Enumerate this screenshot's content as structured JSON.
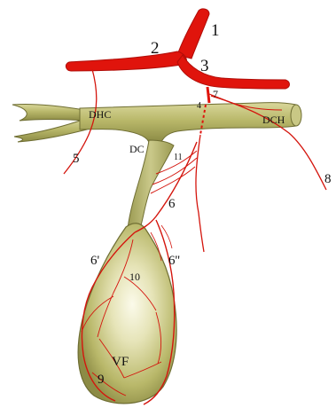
{
  "figure": {
    "colors": {
      "background": "#ffffff",
      "artery": "#e0140c",
      "artery_dark": "#b00d08",
      "duct_fill": "#b9b86a",
      "duct_dark": "#7d7c3a",
      "duct_light": "#e6e4b8",
      "gallbladder_highlight": "#f6f4df",
      "label_text": "#111111"
    },
    "labels": {
      "l1": "1",
      "l2": "2",
      "l3": "3",
      "l4": "4",
      "l5": "5",
      "l6": "6",
      "l6a": "6'",
      "l6b": "6''",
      "l7": "7",
      "l8": "8",
      "l9": "9",
      "l10": "10",
      "l11": "11",
      "dhc": "DHC",
      "dch": "DCH",
      "dc": "DC",
      "vf": "VF"
    }
  }
}
